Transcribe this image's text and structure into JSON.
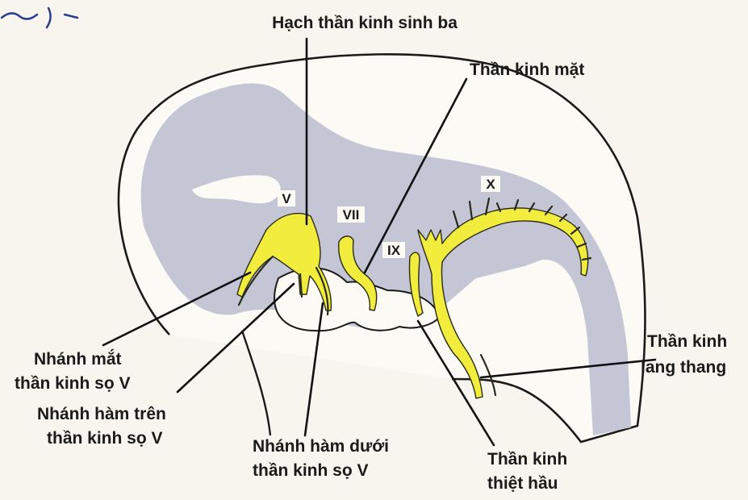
{
  "colors": {
    "background": "#f7f5ee",
    "embryo_fill": "#c4c6d6",
    "nerve_fill": "#f2ec3c",
    "outline": "#1a1a1a"
  },
  "labels": {
    "trigeminal_ganglion": "Hạch thần kinh sinh ba",
    "facial_nerve": "Thần kinh mặt",
    "vagus_nerve": [
      "Thần kinh",
      "lang thang"
    ],
    "ophthalmic_branch": [
      "Nhánh mắt",
      "thần kinh sọ V"
    ],
    "maxillary_branch": [
      "Nhánh hàm trên",
      "thần kinh sọ V"
    ],
    "mandibular_branch": [
      "Nhánh hàm dưới",
      "thần kinh sọ V"
    ],
    "glossopharyngeal_nerve": [
      "Thần kinh",
      "thiệt hầu"
    ]
  },
  "cranial_nerve_numerals": {
    "V": "V",
    "VII": "VII",
    "IX": "IX",
    "X": "X"
  }
}
